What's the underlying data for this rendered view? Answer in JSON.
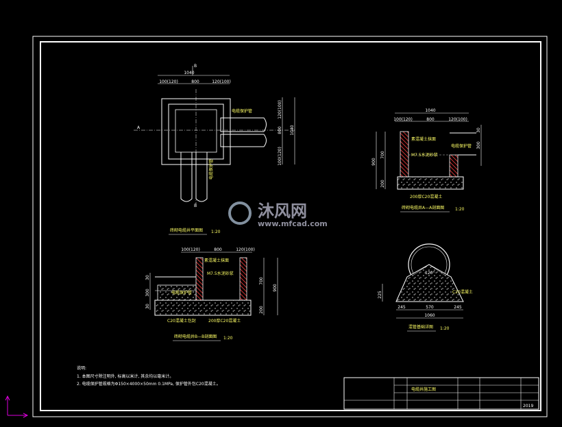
{
  "plan": {
    "top_dim": "1040",
    "sub_dims": [
      "100(120)",
      "800",
      "120(100)"
    ],
    "right_dims": [
      "120(100)",
      "800",
      "100(120)"
    ],
    "total_right": "1040",
    "pipe_note": "电缆保护管",
    "pipe_note2": "电缆保护管",
    "cut_a": "A",
    "cut_b": "B",
    "title": "砖砌电缆井平面图",
    "scale": "1:20"
  },
  "section_aa": {
    "top_dim": "1040",
    "sub_dims": [
      "100(120)",
      "800",
      "120(100)"
    ],
    "left_dims": [
      "900",
      "700",
      "200"
    ],
    "right_dims": [
      "30",
      "300"
    ],
    "note_wall": "素混凝土抹面",
    "note_mortar": "M7.5水泥砂浆",
    "note_pipe": "电缆保护管",
    "note_base": "200厚C20混凝土",
    "title": "砖砌电缆井A—A剖面图",
    "scale": "1:20"
  },
  "section_bb": {
    "top_dims": [
      "100(120)",
      "800",
      "120(100)"
    ],
    "left_dims": [
      "30",
      "300",
      "30"
    ],
    "right_dims": [
      "700",
      "200",
      "900"
    ],
    "note_wall": "素混凝土抹面",
    "note_mortar": "M7.5水泥砂浆",
    "note_pipe": "电缆保护管",
    "note_c20": "C20混凝土包封",
    "note_base": "200厚C20混凝土",
    "title": "砖砌电缆井B—B剖面图",
    "scale": "1:20"
  },
  "pipe_base": {
    "angle": "120°",
    "left_dim": "225",
    "note": "C20混凝土",
    "bottom_dims": [
      "245",
      "570",
      "245"
    ],
    "total": "1060",
    "title": "混管基础详图",
    "scale": "1:20"
  },
  "notes": {
    "heading": "说明:",
    "line1": "1. 本图尺寸除注明外, 标高以米计, 其余均以毫米计。",
    "line2": "2. 电缆保护管规格为Φ150×4000×50mm 0.1MPa, 保护管外包C20混凝土。"
  },
  "title_block": {
    "title": "电缆井施工图",
    "drawing_no": "2019"
  },
  "watermark": {
    "name": "沐风网",
    "url": "www.mfcad.com"
  }
}
